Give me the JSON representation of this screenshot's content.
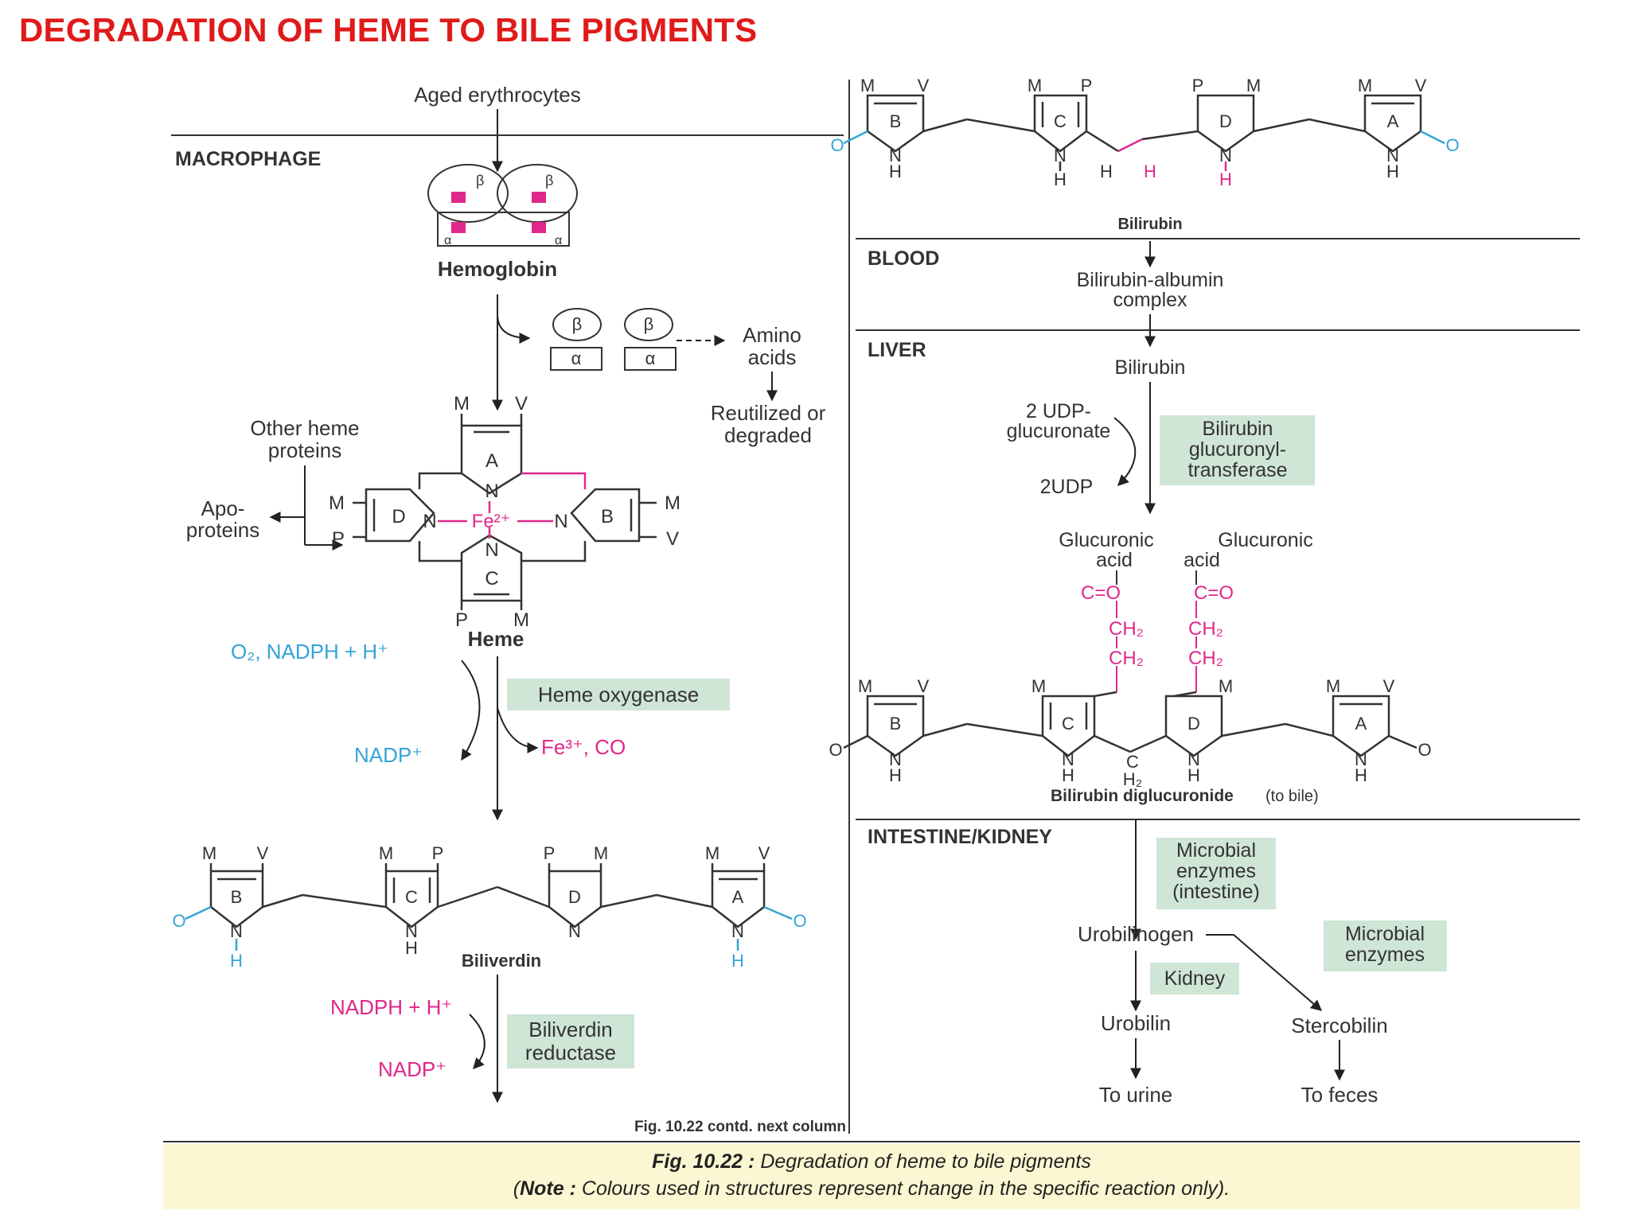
{
  "title": "DEGRADATION OF HEME TO BILE PIGMENTS",
  "colors": {
    "title": "#e01a1a",
    "magenta": "#e0288a",
    "cyan": "#35a4d6",
    "enzyme_box": "#cfe5d6",
    "caption_bg": "#fbf7d2"
  },
  "left": {
    "aged": "Aged erythrocytes",
    "macrophage": "MACROPHAGE",
    "hemoglobin": "Hemoglobin",
    "beta": "β",
    "alpha": "α",
    "amino1": "Amino",
    "amino2": "acids",
    "reutil1": "Reutilized or",
    "reutil2": "degraded",
    "other1": "Other heme",
    "other2": "proteins",
    "apo1": "Apo-",
    "apo2": "proteins",
    "heme": "Heme",
    "o2": "O₂, NADPH + H⁺",
    "heme_oxygenase": "Heme oxygenase",
    "nadp": "NADP⁺",
    "fe_co": "Fe³⁺, CO",
    "biliverdin": "Biliverdin",
    "nadph": "NADPH + H⁺",
    "bvr1": "Biliverdin",
    "bvr2": "reductase",
    "nadp2": "NADP⁺",
    "contd": "Fig. 10.22 contd. next column"
  },
  "heme_labels": {
    "M": "M",
    "V": "V",
    "P": "P",
    "A": "A",
    "B": "B",
    "C": "C",
    "D": "D",
    "N": "N",
    "Fe": "Fe²⁺",
    "H": "H",
    "O": "O",
    "H2": "H₂"
  },
  "right": {
    "bilirubin_struct": "Bilirubin",
    "blood": "BLOOD",
    "complex1": "Bilirubin-albumin",
    "complex2": "complex",
    "liver": "LIVER",
    "bilirubin": "Bilirubin",
    "udp1": "2 UDP-",
    "udp2": "glucuronate",
    "ugt1": "Bilirubin",
    "ugt2": "glucuronyl-",
    "ugt3": "transferase",
    "udp_out": "2UDP",
    "gluc1a": "Glucuronic",
    "gluc1b": "acid",
    "gluc2a": "Glucuronic",
    "gluc2b": "acid",
    "co": "C=O",
    "ch2": "CH₂",
    "diglucuronide": "Bilirubin diglucuronide",
    "to_bile": "(to bile)",
    "intestine": "INTESTINE/KIDNEY",
    "micro1": "Microbial",
    "micro2": "enzymes",
    "micro3": "(intestine)",
    "urobilinogen": "Urobilinogen",
    "kidney": "Kidney",
    "micro_b1": "Microbial",
    "micro_b2": "enzymes",
    "urobilin": "Urobilin",
    "stercobilin": "Stercobilin",
    "to_urine": "To urine",
    "to_feces": "To feces"
  },
  "caption": {
    "fig": "Fig. 10.22 :",
    "text": "Degradation of heme to bile pigments",
    "note_open": "(",
    "note": "Note :",
    "note_text": "Colours used in structures represent change in the specific reaction only)."
  }
}
